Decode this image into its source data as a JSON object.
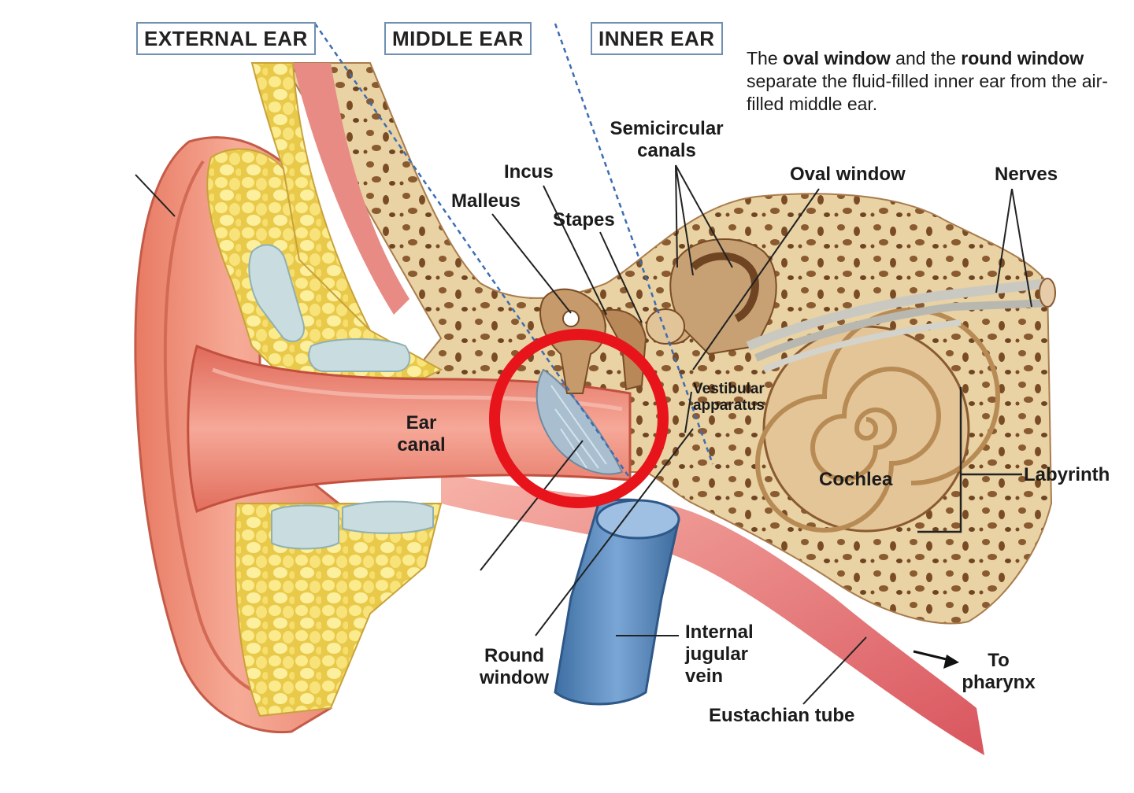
{
  "regions": {
    "external": "EXTERNAL EAR",
    "middle": "MIDDLE EAR",
    "inner": "INNER EAR"
  },
  "note": {
    "p1": "The ",
    "b1": "oval window",
    "p2": " and the ",
    "b2": "round window",
    "p3": " separate the fluid-filled inner ear from the air-filled middle ear."
  },
  "labels": {
    "semicircular_line1": "Semicircular",
    "semicircular_line2": "canals",
    "incus": "Incus",
    "malleus": "Malleus",
    "stapes": "Stapes",
    "oval_window": "Oval window",
    "nerves": "Nerves",
    "vestibular_line1": "Vestibular",
    "vestibular_line2": "apparatus",
    "ear_canal_line1": "Ear",
    "ear_canal_line2": "canal",
    "cochlea": "Cochlea",
    "labyrinth": "Labyrinth",
    "round_window_line1": "Round",
    "round_window_line2": "window",
    "ijv_line1": "Internal",
    "ijv_line2": "jugular",
    "ijv_line3": "vein",
    "to_pharynx_line1": "To",
    "to_pharynx_line2": "pharynx",
    "eustachian": "Eustachian tube"
  },
  "highlight": {
    "color": "#e8141b",
    "target": "tympanic membrane"
  },
  "colors": {
    "skin": "#f3a08c",
    "skin_dark": "#e0735f",
    "fat": "#f5df6b",
    "bone": "#e9d2a3",
    "cartilage": "#c9dde0",
    "vein": "#5d8fc4",
    "canal": "#f08d7e"
  }
}
